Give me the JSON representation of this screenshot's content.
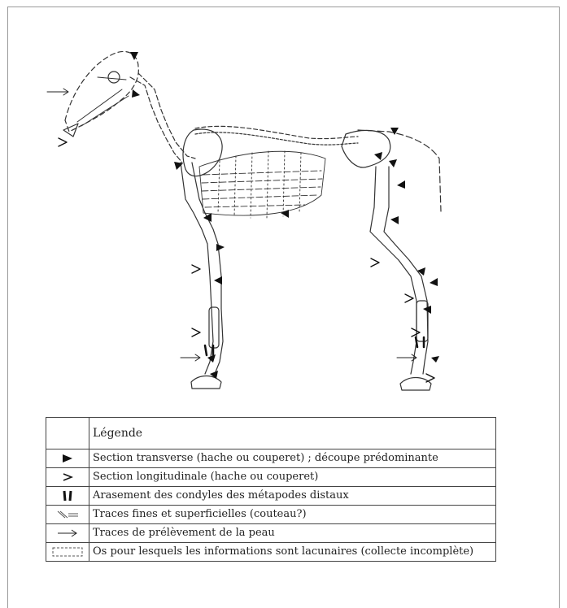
{
  "legend": {
    "title": "Légende",
    "items": [
      {
        "symbol": "filled-arrowhead-icon",
        "text": "Section transverse (hache ou couperet) ; découpe prédominante"
      },
      {
        "symbol": "open-arrowhead-icon",
        "text": "Section longitudinale (hache ou couperet)"
      },
      {
        "symbol": "condyle-leveling-icon",
        "text": "Arasement des condyles des métapodes distaux"
      },
      {
        "symbol": "fine-traces-icon",
        "text": "Traces fines et superficielles (couteau?)"
      },
      {
        "symbol": "thin-arrow-icon",
        "text": "Traces de prélèvement de la peau"
      },
      {
        "symbol": "dashed-box-icon",
        "text": "Os pour lesquels les informations sont lacunaires (collecte incomplète)"
      }
    ]
  }
}
